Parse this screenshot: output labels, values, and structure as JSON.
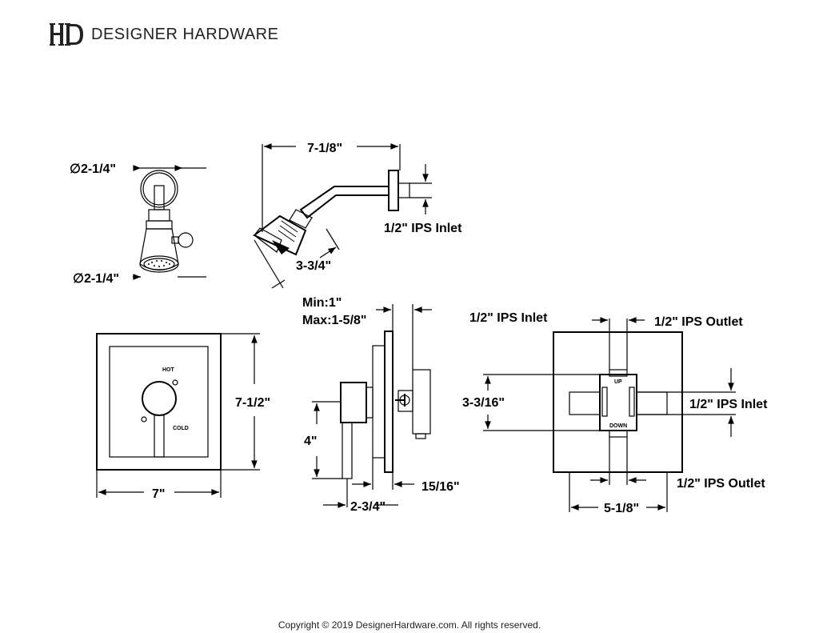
{
  "brand": {
    "name": "DESIGNER HARDWARE"
  },
  "footer": {
    "copyright": "Copyright © 2019 DesignerHardware.com. All rights reserved."
  },
  "labels": {
    "head_dia_top": "∅2-1/4\"",
    "head_dia_bottom": "∅2-1/4\"",
    "arm_length": "7-1/8\"",
    "arm_inlet": "1/2\" IPS Inlet",
    "head_drop": "3-3/4\"",
    "trim_height": "7-1/2\"",
    "trim_width": "7\"",
    "hot": "HOT",
    "cold": "COLD",
    "wall_min": "Min:1\"",
    "wall_max": "Max:1-5/8\"",
    "handle_height": "4\"",
    "depth_total": "2-3/4\"",
    "plate_depth": "15/16\"",
    "valve_inlet_top": "1/2\" IPS Inlet",
    "valve_outlet_top": "1/2\" IPS Outlet",
    "valve_spacing": "3-3/16\"",
    "valve_inlet_side": "1/2\" IPS Inlet",
    "valve_outlet_bottom": "1/2\" IPS Outlet",
    "valve_width": "5-1/8\"",
    "up": "UP",
    "down": "DOWN"
  }
}
